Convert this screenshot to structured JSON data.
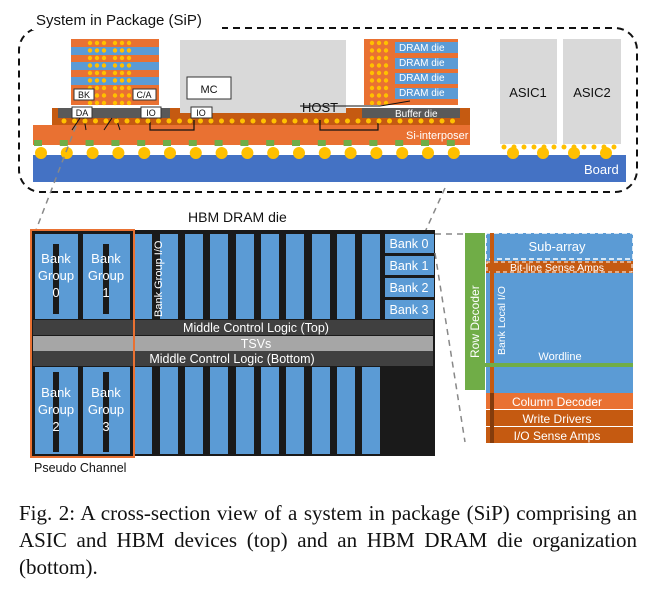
{
  "sip": {
    "title": "System in Package (SiP)",
    "host": "HOST",
    "mc": "MC",
    "io": "IO",
    "bk": "BK",
    "ca": "C/A",
    "da": "DA",
    "dram_die": "DRAM die",
    "buffer_die": "Buffer die",
    "si_interposer": "Si-interposer",
    "asic1": "ASIC1",
    "asic2": "ASIC2",
    "board": "Board"
  },
  "hbm": {
    "title": "HBM DRAM die",
    "bank_groups": [
      "Bank Group 0",
      "Bank Group 1",
      "Bank Group 2",
      "Bank Group 3"
    ],
    "bank_group_io": "Bank Group I/O",
    "banks": [
      "Bank 0",
      "Bank 1",
      "Bank 2",
      "Bank 3"
    ],
    "middle_top": "Middle Control Logic (Top)",
    "tsvs": "TSVs",
    "middle_bottom": "Middle Control Logic (Bottom)",
    "pseudo_channel": "Pseudo Channel"
  },
  "bank": {
    "sub_array": "Sub-array",
    "bitline_sa": "Bit-line Sense Amps",
    "row_decoder": "Row Decoder",
    "bank_local_io": "Bank Local I/O",
    "wordline": "Wordline",
    "column_decoder": "Column Decoder",
    "write_drivers": "Write Drivers",
    "io_sense_amps": "I/O Sense Amps"
  },
  "caption": "Fig. 2: A cross-section view of a system in package (SiP) comprising an ASIC and HBM devices (top) and an HBM DRAM die organization (bottom).",
  "colors": {
    "bank_blue": "#5b9bd5",
    "orange": "#e97132",
    "dark_orange": "#c55a11",
    "board_blue": "#4472c4",
    "green": "#70ad47",
    "gold": "#ffc000",
    "grey": "#d9d9d9",
    "dark": "#3b3b3b"
  }
}
